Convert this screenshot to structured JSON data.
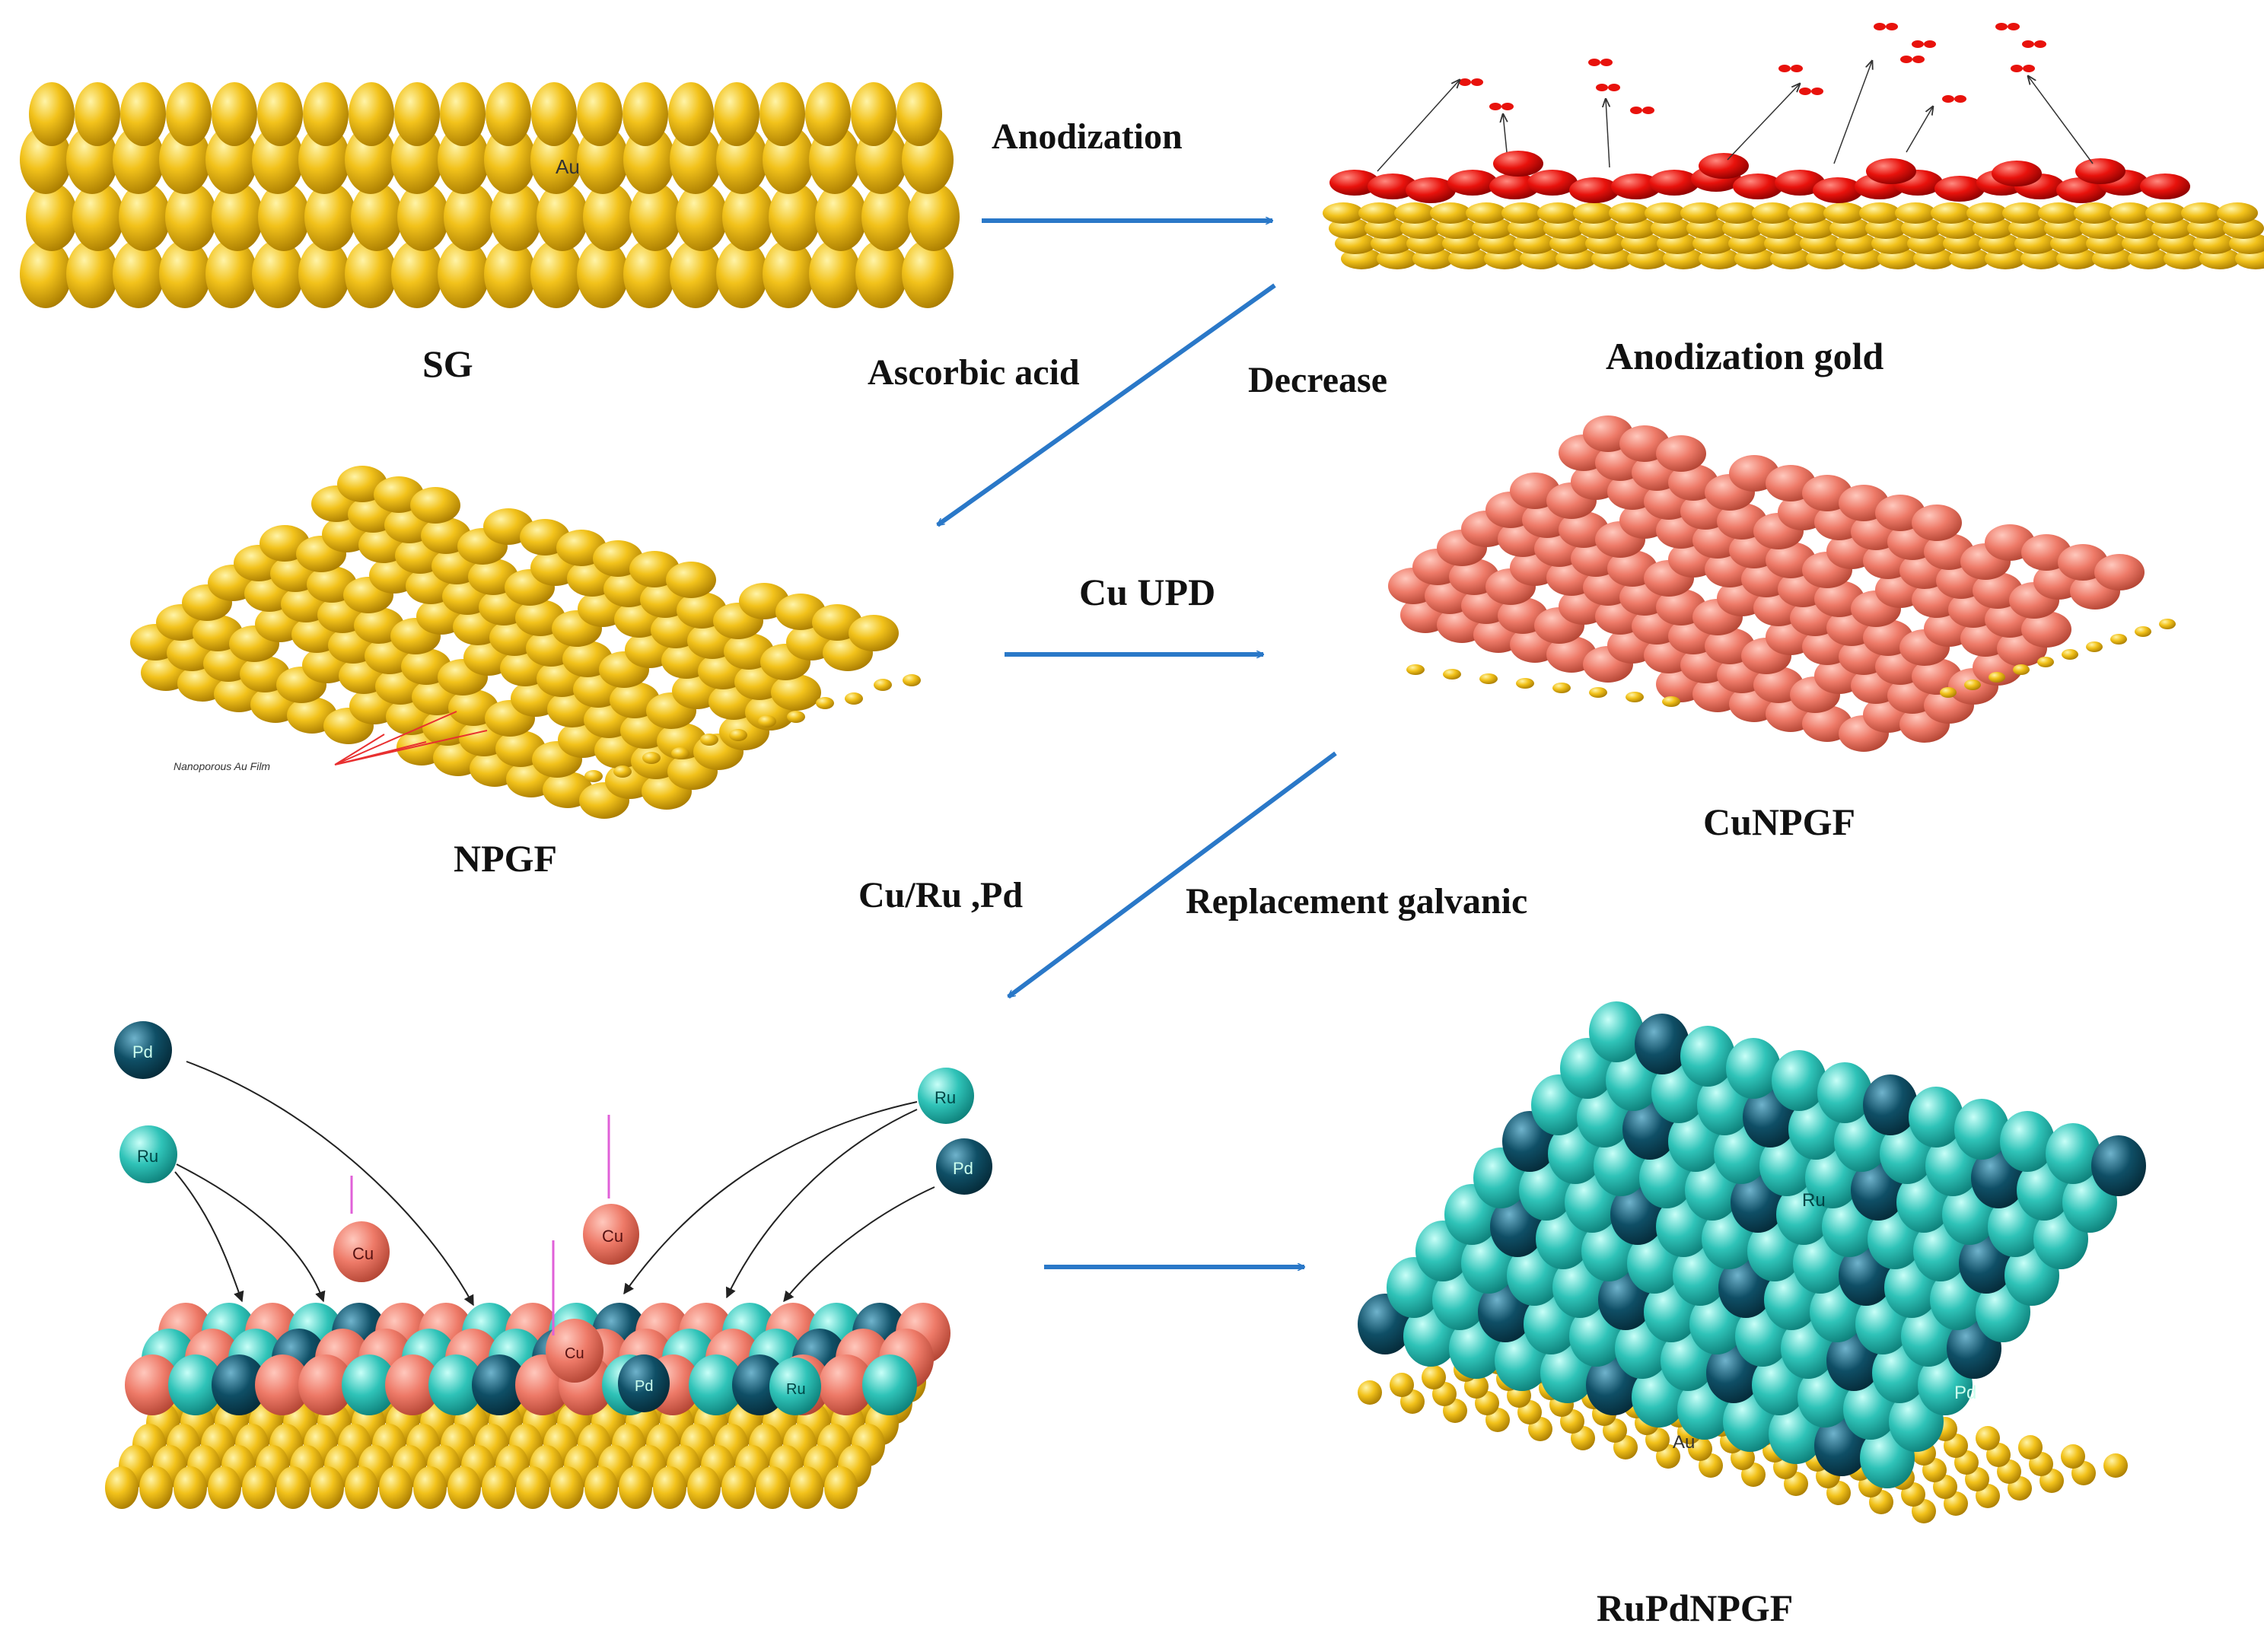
{
  "steps": {
    "anodization": "Anodization",
    "ascorbic_acid": "Ascorbic acid",
    "decrease": "Decrease",
    "cu_upd": "Cu UPD",
    "cu_ru_pd": "Cu/Ru ,Pd",
    "replacement": "Replacement galvanic"
  },
  "captions": {
    "sg": "SG",
    "anodization_gold": "Anodization gold",
    "npgf": "NPGF",
    "cunpgf": "CuNPGF",
    "rupdnpgf": "RuPdNPGF"
  },
  "atom_labels": {
    "au": "Au",
    "cu": "Cu",
    "ru": "Ru",
    "pd": "Pd",
    "film": "Nanoporous Au Film"
  },
  "colors": {
    "gold": "#f2c21b",
    "oxide_red": "#e8120c",
    "copper": "#ee7a68",
    "ruthenium": "#2fc3b8",
    "palladium": "#0f4f66",
    "arrow_blue": "#2a78c8",
    "release_magenta": "#e060d8"
  }
}
